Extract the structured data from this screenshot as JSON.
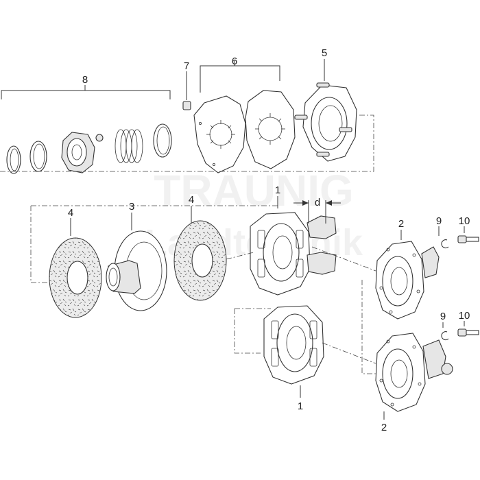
{
  "watermark": {
    "line1": "TRAUNIG",
    "line2": "Landtechnik"
  },
  "callouts": {
    "c8": "8",
    "c7": "7",
    "c6": "6",
    "c5": "5",
    "c4a": "4",
    "c3": "3",
    "c4b": "4",
    "c1a": "1",
    "cd": "d",
    "c2a": "2",
    "c9a": "9",
    "c10a": "10",
    "c9b": "9",
    "c10b": "10",
    "c1b": "1",
    "c2b": "2"
  },
  "colors": {
    "line": "#333333",
    "fill": "#e6e6e6"
  }
}
